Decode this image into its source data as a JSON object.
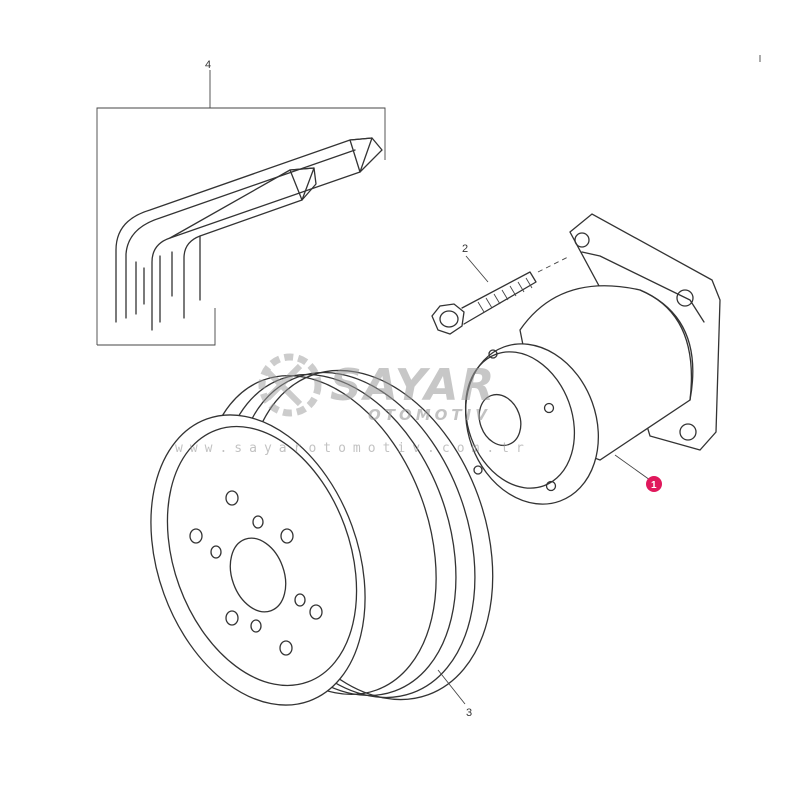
{
  "callouts": {
    "belt": "4",
    "bolt": "2",
    "pulley": "3",
    "pump": "1"
  },
  "watermark": {
    "brand": "SAYAR",
    "sub": "OTOMOTIV",
    "url": "www.sayarotomotiv.com.tr"
  },
  "colors": {
    "line": "#333333",
    "highlight_badge": "#e0185c",
    "watermark": "#9a9a9a"
  }
}
